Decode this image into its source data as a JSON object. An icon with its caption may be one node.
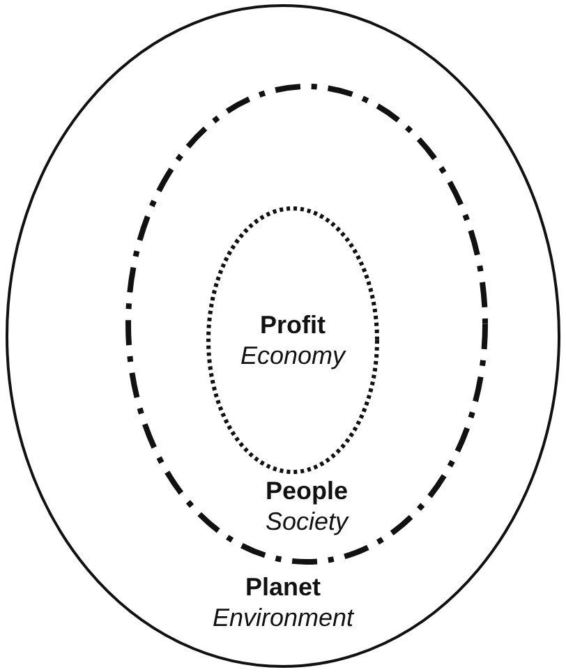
{
  "diagram": {
    "nodes": [
      {
        "text": [
          "Planet",
          "Environment"
        ]
      },
      {
        "text": [
          "People",
          "Society"
        ],
        "in": 0
      },
      {
        "text": [
          "Profit",
          "Economy"
        ],
        "in": 1
      }
    ]
  }
}
